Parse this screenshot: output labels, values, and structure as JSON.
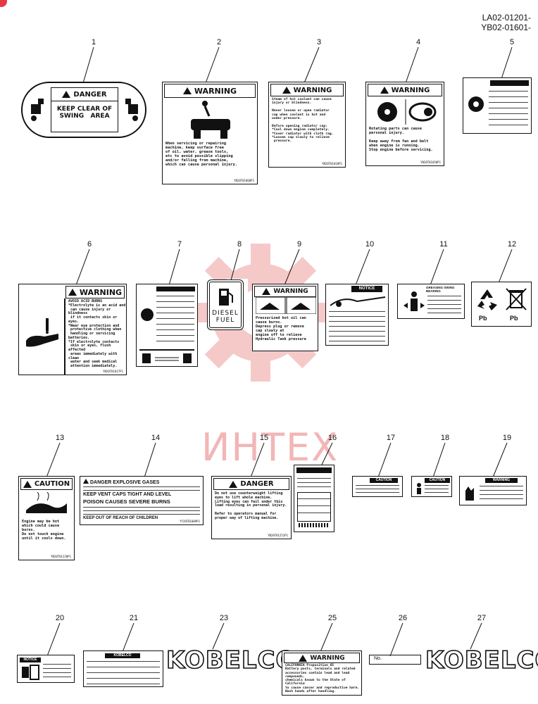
{
  "page": {
    "reference_code_1": "LA02-01201-",
    "reference_code_2": "YB02-01601-"
  },
  "watermark": {
    "text": "ИНТЕХ",
    "color": "#e85a5a"
  },
  "decals": {
    "d1": {
      "num": "1",
      "head": "DANGER",
      "body": "KEEP CLEAR OF\nSWING   AREA"
    },
    "d2": {
      "num": "2",
      "head": "WARNING",
      "body": "When servicing or repairing\nmachine, keep surface free\nof oil, water, grease tools,\netc to avoid possible slipping\nand/or falling from machine,\nwhich can cause personal injury.",
      "code": "YN20T01060P1"
    },
    "d3": {
      "num": "3",
      "head": "WARNING",
      "body": "Steam of hot coolant can cause\ninjury or blindness.\n\nNever loosen or open radiator\ncap when coolant is hot and\nunder pressure.\n\nBefore opening radiator cap:\n*Cool down engine completely.\n*Cover radiator with cloth rag.\n*Loosen cap slowly to relieve\n pressure.",
      "code": "YN20T01010P1"
    },
    "d4": {
      "num": "4",
      "head": "WARNING",
      "body": "Rotating parts can cause\npersonal injury.\n\nKeep away from fan and belt\nwhen engine is running.\nStop engine before servicing.",
      "code": "YN20T01050P1"
    },
    "d5": {
      "num": "5"
    },
    "d6": {
      "num": "6",
      "head": "WARNING",
      "body": "AVOID ACID BURNS\n*Electrolyte is an acid and\n can cause injury or blindness\n if it contacts skin or eyes.\n*Wear eye protection and\n protective clothing when\n handling or servicing batteries.\n*If electrolyte contacts\n skin or eyes, flush affected\n areas immediately with clean\n water and seek medical\n attention immediately.",
      "code": "YN20T01017P1"
    },
    "d7": {
      "num": "7"
    },
    "d8": {
      "num": "8",
      "body": "DIESEL\nFUEL"
    },
    "d9": {
      "num": "9",
      "head": "WARNING",
      "body": "Pressurized hot oil can\ncause burns.\nDepress plug or remove\ncap slowly at\nengine off to relieve\nHydraulic Tank pressure"
    },
    "d10": {
      "num": "10",
      "head": "NOTICE"
    },
    "d11": {
      "num": "11",
      "head": "GREASING SWING BEARING"
    },
    "d12": {
      "num": "12",
      "body_left": "Pb",
      "body_right": "Pb"
    },
    "d13": {
      "num": "13",
      "head": "CAUTION",
      "body": "Engine may be hot\nwhich could cause\nburns.\nDo not touch engine\nuntil it cools down.",
      "code": "YN20T01220P1"
    },
    "d14": {
      "num": "14",
      "line1": "DANGER EXPLOSIVE GASES",
      "line2": "KEEP VENT CAPS TIGHT AND LEVEL",
      "line3": "POISON CAUSES SEVERE BURNS",
      "line4": "KEEP OUT OF REACH OF CHILDREN",
      "code": "YY20T01009P1"
    },
    "d15": {
      "num": "15",
      "head": "DANGER",
      "body": "Do not use counterweight lifting\neyes to lift whole machine.\nLifting eyes can fail under this\nload resulting in personal injury.\n\nRefer to operators manual for\nproper way of lifting machine.",
      "code": "YN20T01251P1"
    },
    "d16": {
      "num": "16"
    },
    "d17": {
      "num": "17",
      "head": "CAUTION"
    },
    "d18": {
      "num": "18",
      "head": "CAUTION"
    },
    "d19": {
      "num": "19",
      "head": "WARNING"
    },
    "d20": {
      "num": "20",
      "head": "NOTICE"
    },
    "d21": {
      "num": "21",
      "head": "KOBELCO"
    },
    "d23": {
      "num": "23",
      "logo": "KOBELCO"
    },
    "d25": {
      "num": "25",
      "head": "WARNING",
      "body": "CALIFORNIA Proposition 65\nBattery posts, terminals and related\naccessories contain lead and lead compounds,\nchemicals known to the State of California\nto cause cancer and reproductive harm.\nWash hands after handling."
    },
    "d26": {
      "num": "26",
      "body": "No."
    },
    "d27": {
      "num": "27",
      "logo": "KOBELCO"
    }
  }
}
